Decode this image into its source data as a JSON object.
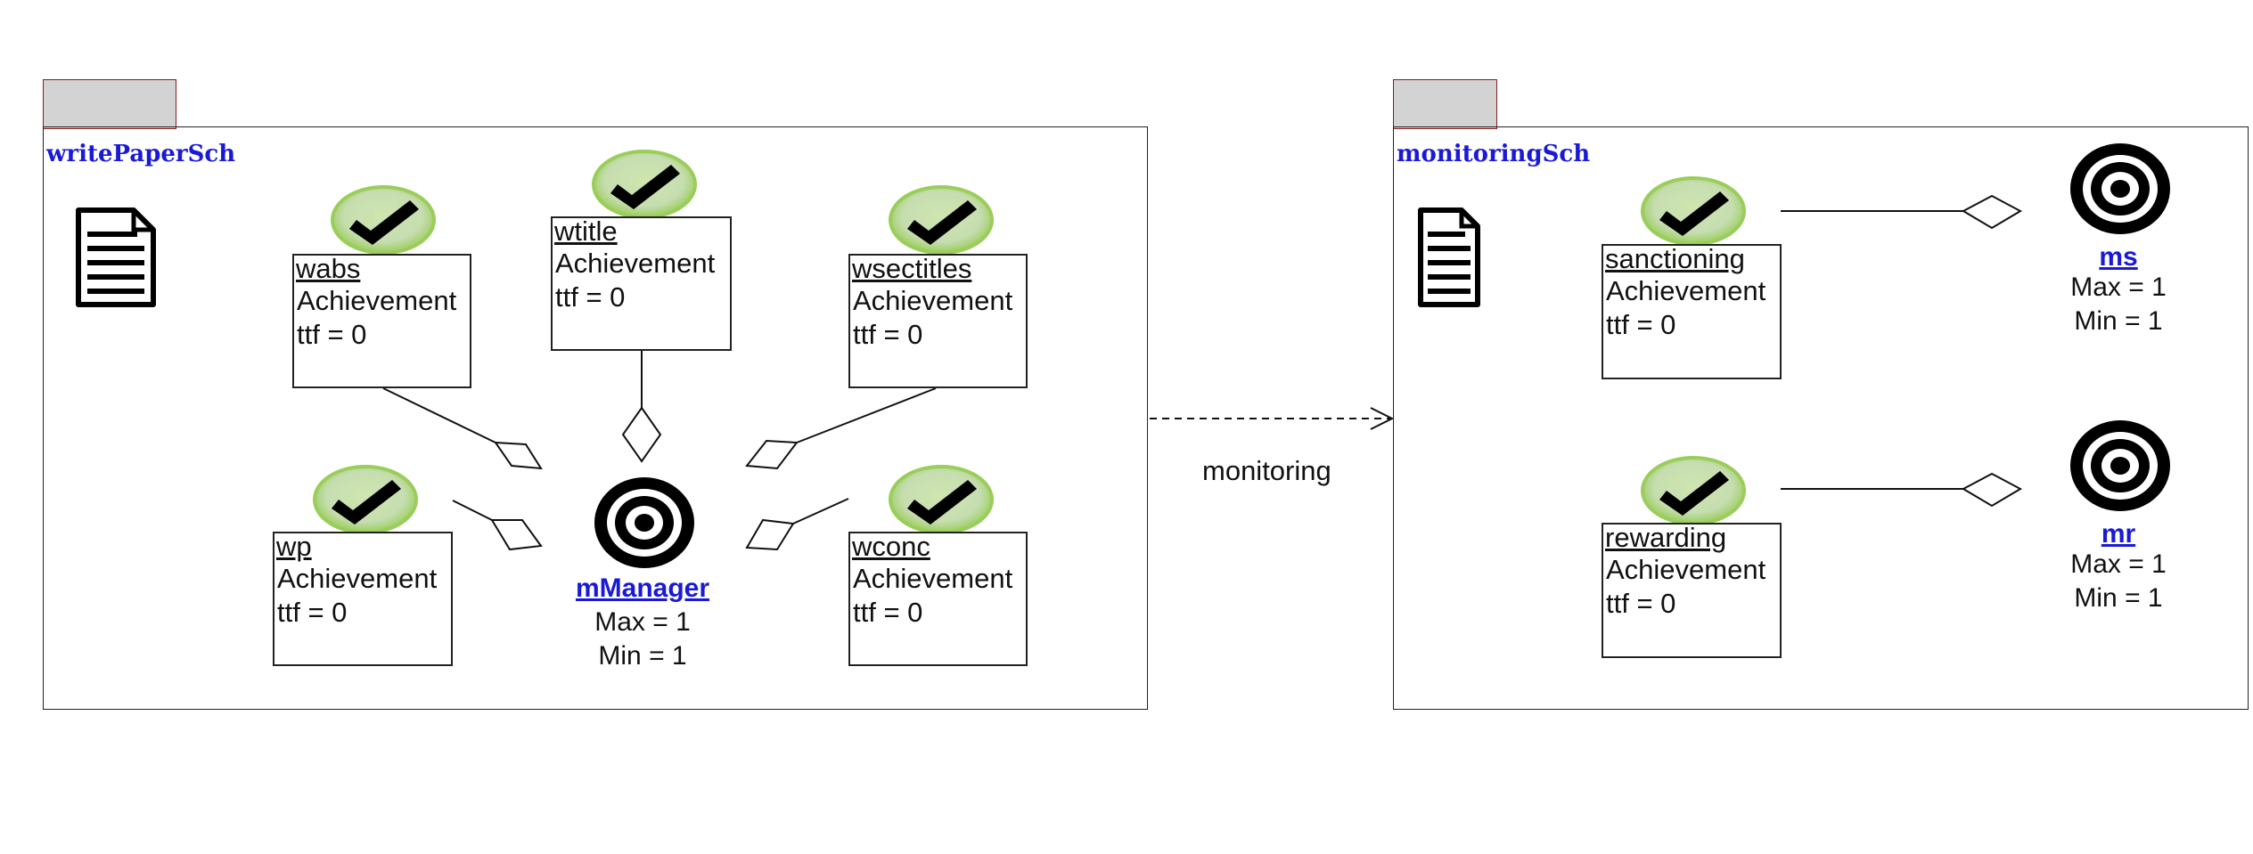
{
  "schemes": [
    {
      "name": "writePaperSch",
      "goals": [
        {
          "name": "wabs",
          "type": "Achievement",
          "ttf": "ttf = 0"
        },
        {
          "name": "wtitle",
          "type": "Achievement",
          "ttf": "ttf = 0"
        },
        {
          "name": "wsectitles",
          "type": "Achievement",
          "ttf": "ttf = 0"
        },
        {
          "name": "wp",
          "type": "Achievement",
          "ttf": "ttf = 0"
        },
        {
          "name": "wconc",
          "type": "Achievement",
          "ttf": "ttf = 0"
        }
      ],
      "missions": [
        {
          "name": "mManager",
          "max": "Max = 1",
          "min": "Min = 1"
        }
      ]
    },
    {
      "name": "monitoringSch",
      "goals": [
        {
          "name": "sanctioning",
          "type": "Achievement",
          "ttf": "ttf = 0"
        },
        {
          "name": "rewarding",
          "type": "Achievement",
          "ttf": "ttf = 0"
        }
      ],
      "missions": [
        {
          "name": "ms",
          "max": "Max = 1",
          "min": "Min = 1"
        },
        {
          "name": "mr",
          "max": "Max = 1",
          "min": "Min = 1"
        }
      ]
    }
  ],
  "relation": {
    "label": "monitoring"
  },
  "icons": {
    "document": "document-icon",
    "goal": "checkmark-icon",
    "mission": "target-icon"
  },
  "colors": {
    "scheme_title": "#1a1ad6",
    "mission_link": "#1a1ad6",
    "package_tab": "#d3d3d3",
    "package_tab_border": "#8b1a1a",
    "check_halo": "#9acd5a"
  }
}
